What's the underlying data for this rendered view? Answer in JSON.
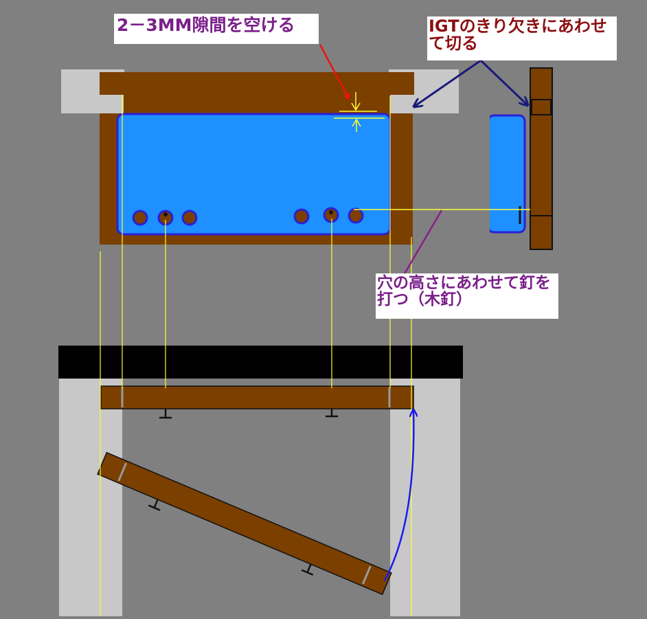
{
  "labels": {
    "gap_note": "2－3MM隙間を空ける",
    "igt_note": "IGTのきり欠きにあわせて切る",
    "nail_note": "穴の高さにあわせて釘を打つ（木釘）"
  },
  "colors": {
    "background": "#808080",
    "wood": "#7b3f00",
    "panel": "#1e90ff",
    "panel_outline": "#2a1fd6",
    "frame": "#c8c8c8",
    "tabletop": "#000000",
    "guide": "#ffff33",
    "arrow_red": "#ee1111",
    "arrow_navy": "#1a1a7a",
    "arrow_purple": "#8a1e8a",
    "arrow_blue": "#1a1aee"
  }
}
